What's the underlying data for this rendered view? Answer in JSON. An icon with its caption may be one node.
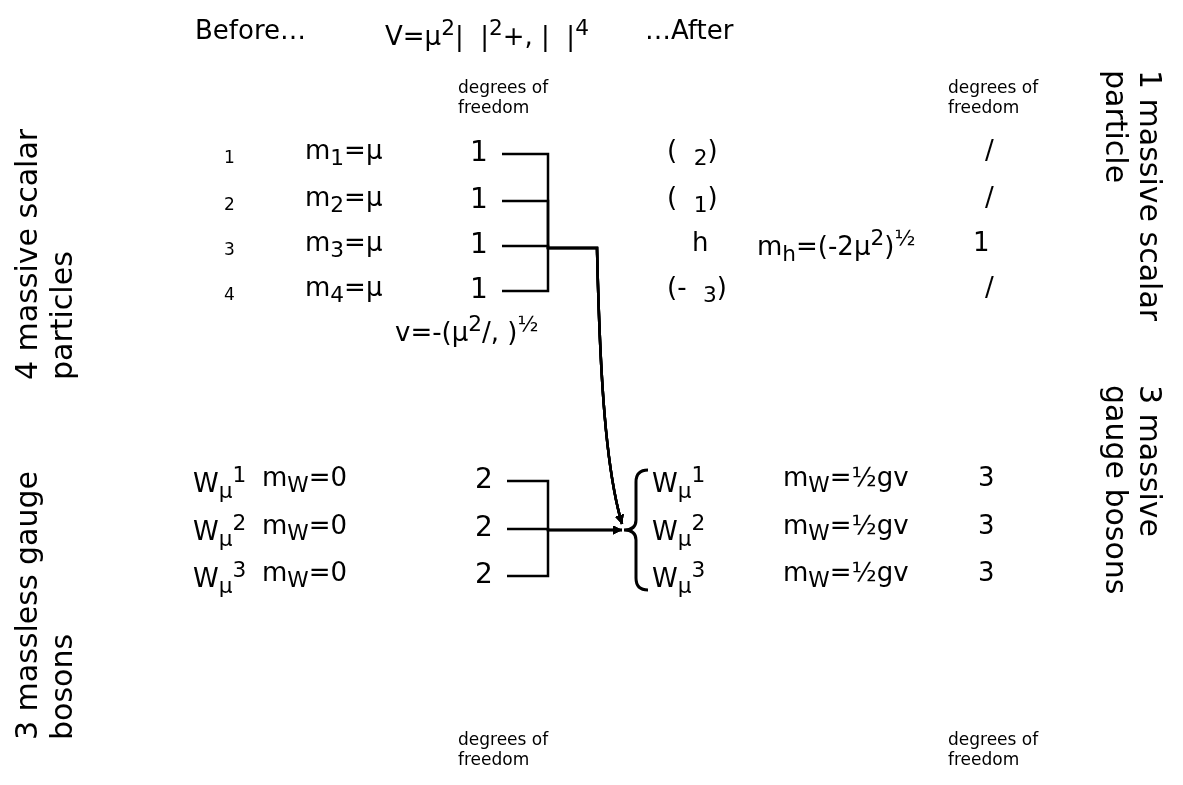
{
  "diagram": {
    "nodes": [
      {
        "text": [
          "1"
        ]
      },
      {
        "text": [
          "1"
        ]
      },
      {
        "text": [
          "1"
        ]
      },
      {
        "text": [
          "1"
        ]
      },
      {
        "text": [
          "2"
        ]
      },
      {
        "text": [
          "2"
        ]
      },
      {
        "text": [
          "2"
        ]
      },
      {
        "text": [],
        "shape": "brace"
      }
    ],
    "edges": [
      {
        "from": 0,
        "to": 7,
        "arrow": "to"
      },
      {
        "from": 1,
        "to": 7,
        "arrow": "to"
      },
      {
        "from": 2,
        "to": 7,
        "arrow": "to"
      },
      {
        "from": 3,
        "to": 7,
        "arrow": "to"
      },
      {
        "from": 4,
        "to": 7,
        "arrow": "to"
      },
      {
        "from": 5,
        "to": 7,
        "arrow": "to"
      },
      {
        "from": 6,
        "to": 7,
        "arrow": "to"
      }
    ],
    "labels": [
      "Before…",
      "V=μ$^{2}$|  |$^{2}$+, |  |$^{4}$",
      "…After",
      "degrees of freedom",
      "degrees of freedom",
      "4 massive scalar particles",
      "1 massive scalar particle",
      "1",
      "m$_{1}$=μ",
      "(  $_{2}$)",
      "/",
      "2",
      "m$_{2}$=μ",
      "(  $_{1}$)",
      "/",
      "3",
      "m$_{3}$=μ",
      "h",
      "m$_{h}$=(-2μ$^{2}$)$^{½}$",
      "1",
      "4",
      "m$_{4}$=μ",
      "(-  $_{3}$)",
      "/",
      "v=-(μ$^{2}$/, )$^{½}$",
      "W$_{μ}$$^{1}$",
      "m$_{W}$=0",
      "W$_{μ}$$^{1}$",
      "m$_{W}$=½gv",
      "3",
      "W$_{μ}$$^{2}$",
      "m$_{W}$=0",
      "W$_{μ}$$^{2}$",
      "m$_{W}$=½gv",
      "3",
      "W$_{μ}$$^{3}$",
      "m$_{W}$=0",
      "W$_{μ}$$^{3}$",
      "m$_{W}$=½gv",
      "3",
      "degrees of freedom",
      "degrees of freedom",
      "3 massless gauge bosons",
      "3 massive gauge bosons"
    ]
  }
}
